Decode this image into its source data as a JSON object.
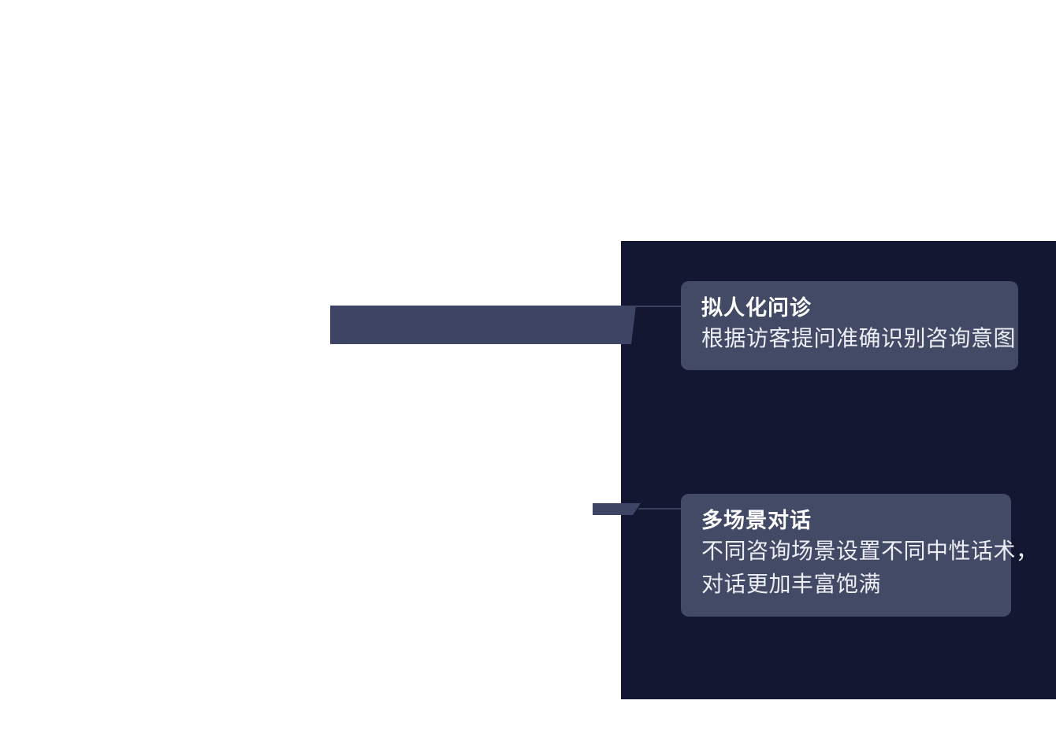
{
  "colors": {
    "page_bg": "#ffffff",
    "panel_bg": "#131732",
    "card_bg": "#424a66",
    "bar_bg": "#3e4564",
    "line_color": "#3a4160",
    "title_color": "#ffffff",
    "desc_color": "#edeff5"
  },
  "features": [
    {
      "title": "拟人化问诊",
      "description": [
        "根据访客提问准确识别咨询意图"
      ]
    },
    {
      "title": "多场景对话",
      "description": [
        "不同咨询场景设置不同中性话术，",
        "对话更加丰富饱满"
      ]
    }
  ]
}
